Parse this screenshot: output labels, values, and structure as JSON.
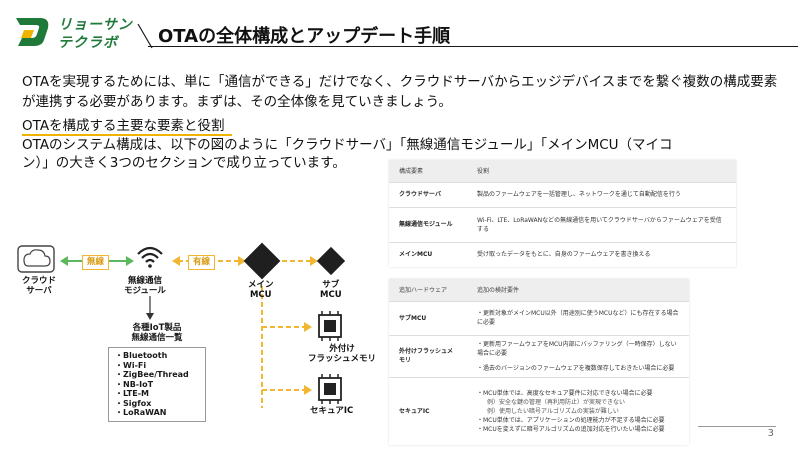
{
  "header": {
    "logo_line1": "リョーサン",
    "logo_line2": "テクラボ",
    "title": "OTAの全体構成とアップデート手順"
  },
  "intro": "OTAを実現するためには、単に「通信ができる」だけでなく、クラウドサーバからエッジデバイスまでを繋ぐ複数の構成要素が連携する必要があります。まずは、その全体像を見ていきましょう。",
  "section": {
    "heading": "OTAを構成する主要な要素と役割",
    "body": "OTAのシステム構成は、以下の図のように「クラウドサーバ」「無線通信モジュール」「メインMCU（マイコン）」の大きく3つのセクションで成り立っています。"
  },
  "diagram": {
    "cloud_label": "クラウド\nサーバ",
    "wireless_link": "無線",
    "wireless_module_label": "無線通信\nモジュール",
    "wired_link": "有線",
    "main_mcu_label": "メイン\nMCU",
    "sub_mcu_label": "サブ\nMCU",
    "flash_label": "外付け\nフラッシュメモリ",
    "secure_ic_label": "セキュアIC",
    "protocol_title": "各種IoT製品\n無線通信一覧",
    "protocols": [
      "・Bluetooth",
      "・Wi-Fi",
      "・ZigBee/Thread",
      "・NB-IoT",
      "・LTE-M",
      "・Sigfox",
      "・LoRaWAN"
    ],
    "colors": {
      "wireless": "#5cb85c",
      "wired": "#f2b632"
    }
  },
  "table1": {
    "headers": [
      "構成要素",
      "役割"
    ],
    "rows": [
      [
        "クラウドサーバ",
        "製品のファームウェアを一括管理し、ネットワークを通じて自動配信を行う"
      ],
      [
        "無線通信モジュール",
        "Wi-Fi、LTE、LoRaWANなどの無線通信を用いてクラウドサーバからファームウェアを受信する"
      ],
      [
        "メインMCU",
        "受け取ったデータをもとに、自身のファームウェアを書き換える"
      ]
    ]
  },
  "table2": {
    "headers": [
      "追加ハードウェア",
      "追加の検討要件"
    ],
    "rows": [
      {
        "key": "サブMCU",
        "lines": [
          "・更新対象がメインMCU以外（用途別に使うMCUなど）にも存在する場合に必要"
        ]
      },
      {
        "key": "外付けフラッシュメモリ",
        "lines": [
          "・更新用ファームウェアをMCU内部にバッファリング（一時保存）しない場合に必要",
          "・過去のバージョンのファームウェアを複数保存しておきたい場合に必要"
        ]
      },
      {
        "key": "セキュアIC",
        "lines": [
          "・MCU単体では、高度なセキュア要件に対応できない場合に必要",
          "例）安全な鍵の管理（再利用防止）が実現できない",
          "例）使用したい暗号アルゴリズムの実装が難しい",
          "・MCU単体では、アプリケーションの処理能力が不足する場合に必要",
          "・MCUを変えずに暗号アルゴリズムの追加対応を行いたい場合に必要"
        ]
      }
    ]
  },
  "page_number": "3"
}
